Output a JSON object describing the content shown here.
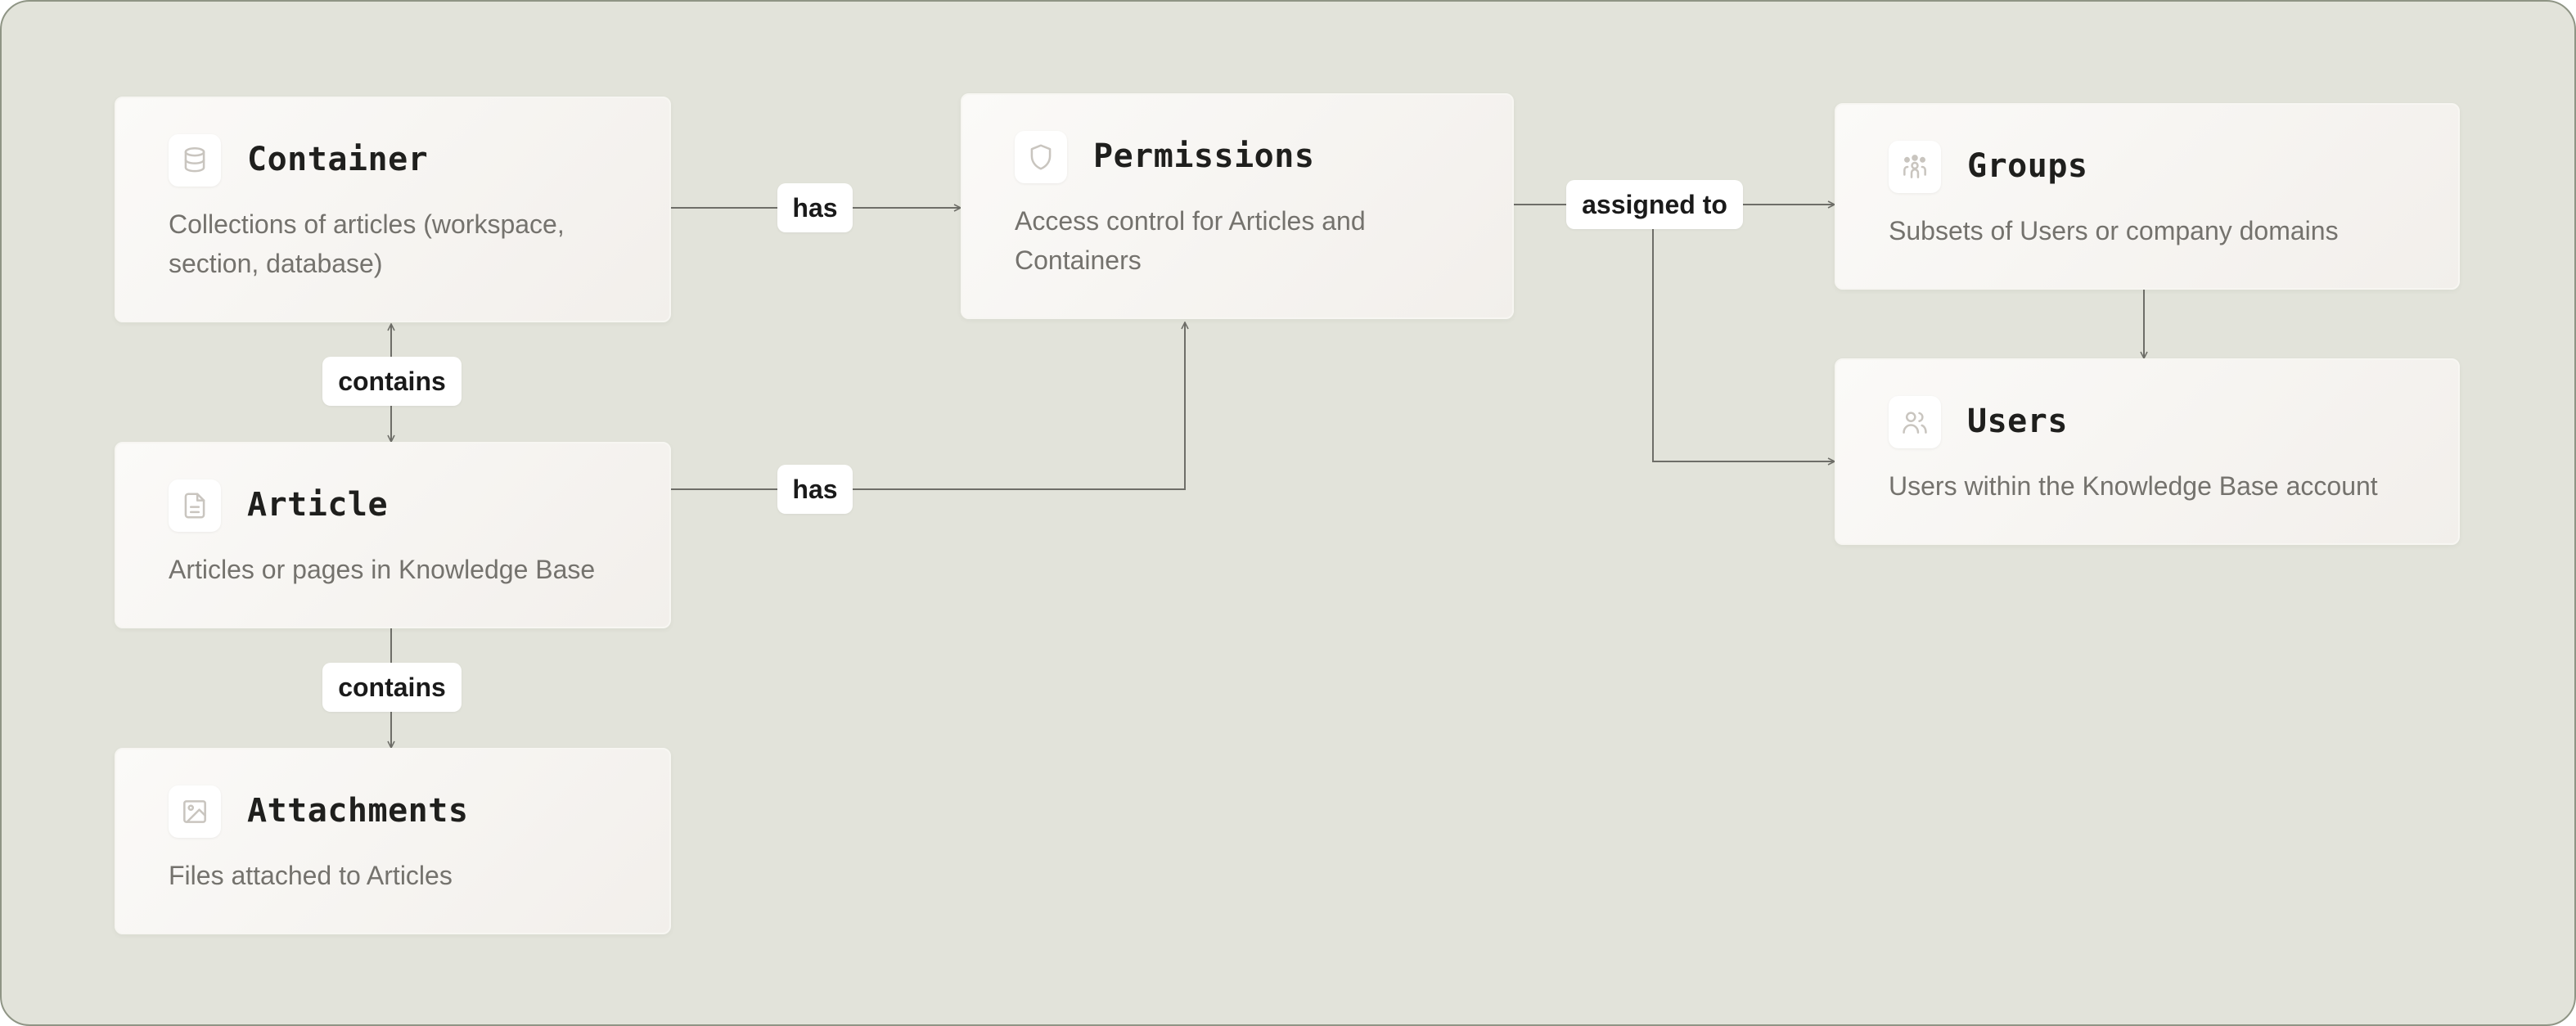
{
  "nodes": {
    "container": {
      "title": "Container",
      "desc": "Collections of articles (workspace, section, database)",
      "icon": "database-icon"
    },
    "article": {
      "title": "Article",
      "desc": "Articles or pages in Knowledge Base",
      "icon": "document-icon"
    },
    "attachments": {
      "title": "Attachments",
      "desc": "Files attached to Articles",
      "icon": "image-icon"
    },
    "permissions": {
      "title": "Permissions",
      "desc": "Access control for Articles and Containers",
      "icon": "shield-icon"
    },
    "groups": {
      "title": "Groups",
      "desc": "Subsets of Users or company domains",
      "icon": "group-icon"
    },
    "users": {
      "title": "Users",
      "desc": "Users within the Knowledge Base account",
      "icon": "users-icon"
    }
  },
  "edges": {
    "container_permissions": {
      "label": "has"
    },
    "article_permissions": {
      "label": "has"
    },
    "container_article": {
      "label": "contains"
    },
    "article_attachments": {
      "label": "contains"
    },
    "permissions_groups_users": {
      "label": "assigned to"
    }
  },
  "colors": {
    "background": "#e2e3da",
    "card": "#f7f5f2",
    "line": "#6e6e68",
    "icon": "#c9c5bf",
    "title": "#1f1f1d",
    "desc": "#74726d"
  }
}
